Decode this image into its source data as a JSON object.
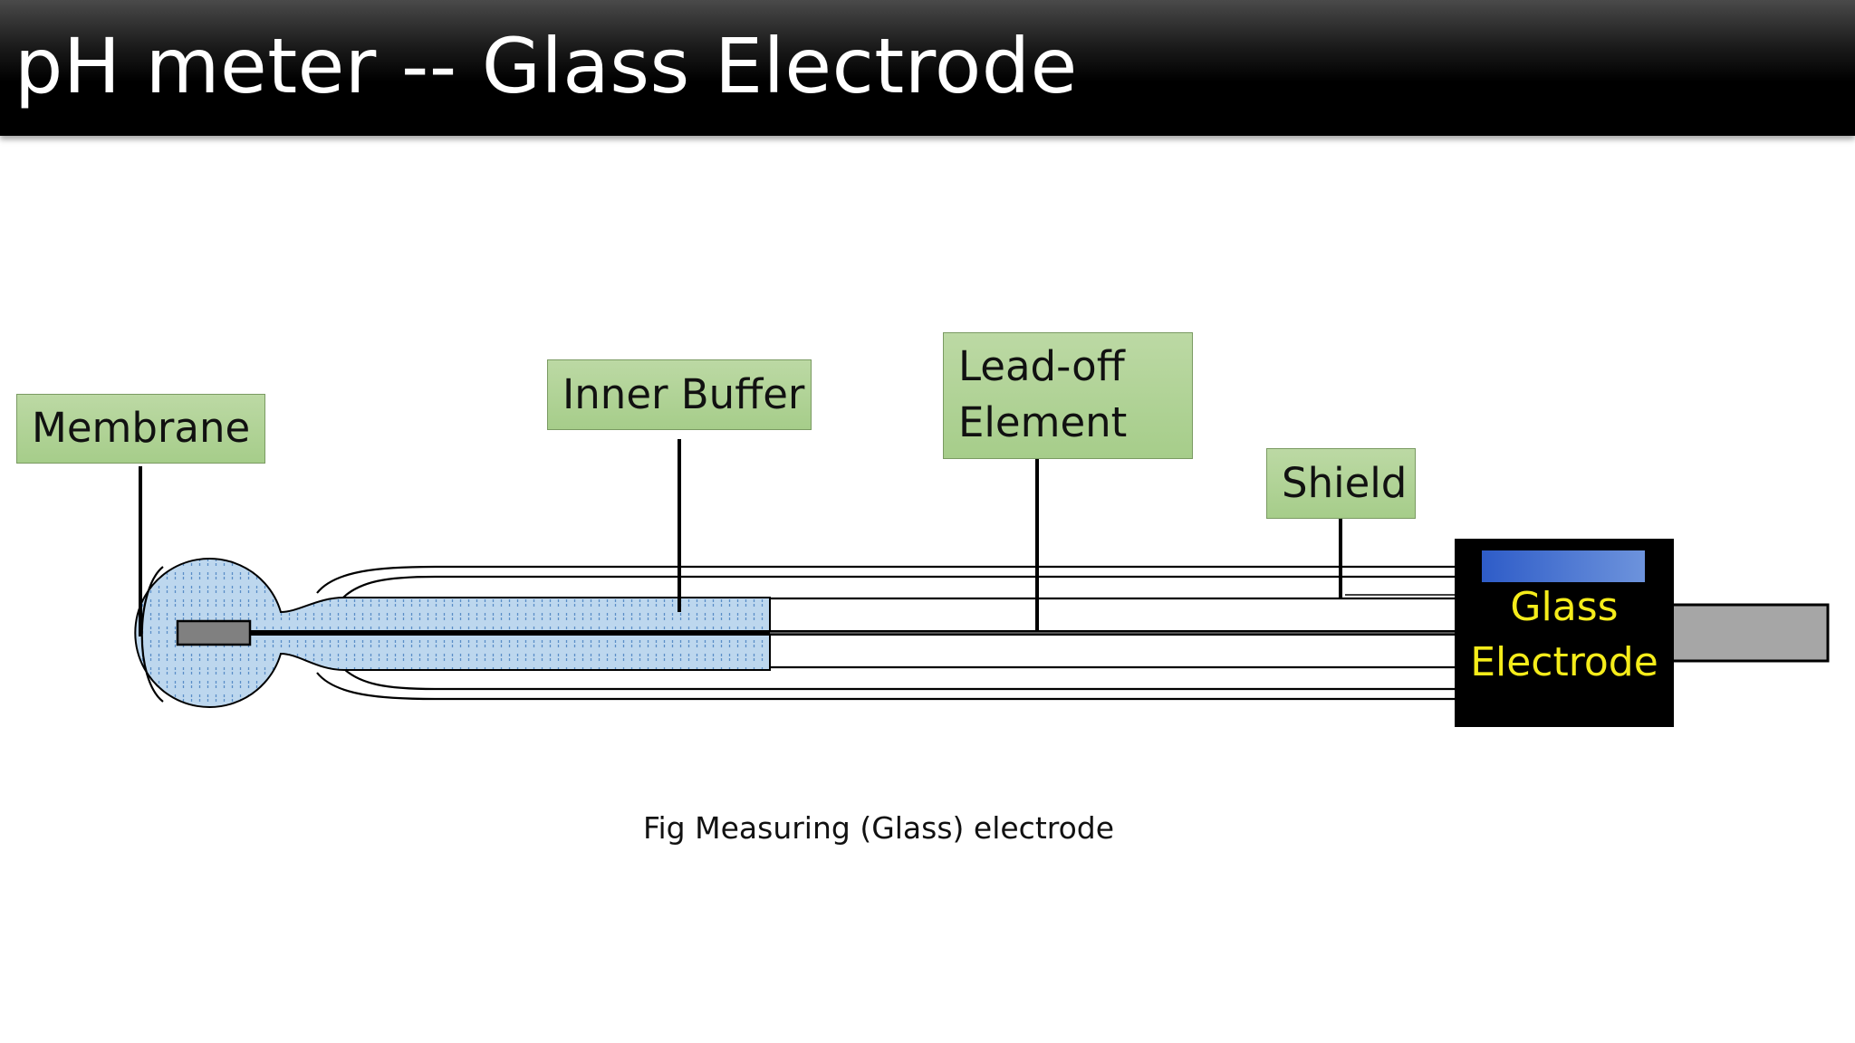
{
  "title": "pH meter -- Glass Electrode",
  "labels": {
    "membrane": "Membrane",
    "inner_buffer": "Inner Buffer",
    "lead_off_line1": "Lead-off",
    "lead_off_line2": "Element",
    "shield": "Shield"
  },
  "device": {
    "line1": "Glass",
    "line2": "Electrode"
  },
  "caption": "Fig Measuring (Glass) electrode",
  "colors": {
    "title_bar": "#000000",
    "label_fill": "#a9d08e",
    "buffer_fill": "#bdd7ee",
    "device_body": "#000000",
    "device_text": "#ffff00",
    "device_stripe": "#4472c4",
    "connector": "#a6a6a6",
    "inner_element": "#808080"
  }
}
